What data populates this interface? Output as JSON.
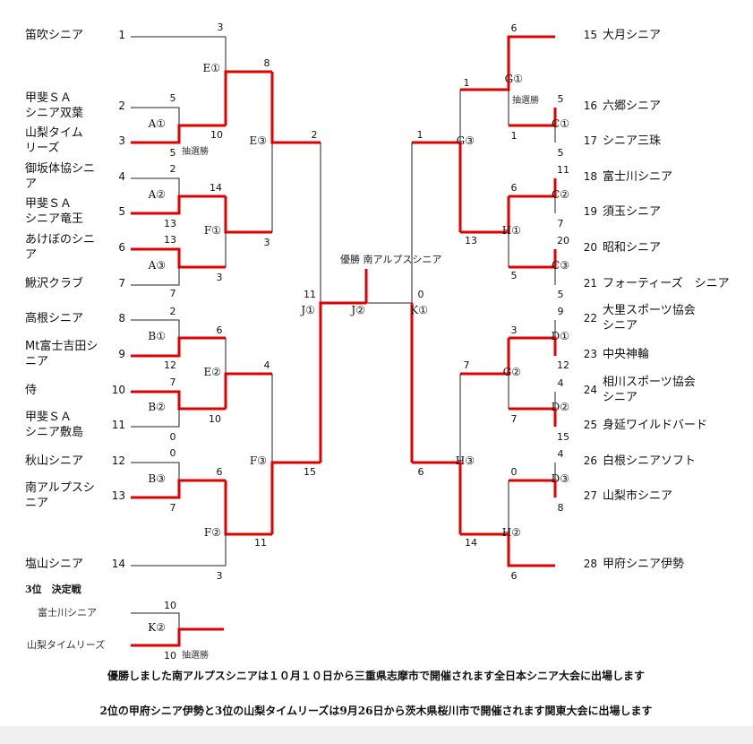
{
  "left_teams": [
    {
      "seed": "1",
      "name": "笛吹シニア",
      "lines": [
        "笛吹シニア"
      ]
    },
    {
      "seed": "2",
      "name": "甲斐SAシニア双葉",
      "lines": [
        "甲斐ＳＡ",
        "シニア双葉"
      ]
    },
    {
      "seed": "3",
      "name": "山梨タイムリーズ",
      "lines": [
        "山梨タイム",
        "リーズ"
      ]
    },
    {
      "seed": "4",
      "name": "御坂体協シニア",
      "lines": [
        "御坂体協シニ",
        "ア"
      ]
    },
    {
      "seed": "5",
      "name": "甲斐SAシニア竜王",
      "lines": [
        "甲斐ＳＡ",
        "シニア竜王"
      ]
    },
    {
      "seed": "6",
      "name": "あけぼのシニア",
      "lines": [
        "あけぼのシニ",
        "ア"
      ]
    },
    {
      "seed": "7",
      "name": "鰍沢クラブ",
      "lines": [
        "鰍沢クラブ"
      ]
    },
    {
      "seed": "8",
      "name": "高根シニア",
      "lines": [
        "高根シニア"
      ]
    },
    {
      "seed": "9",
      "name": "Mt富士吉田シニア",
      "lines": [
        "Mt富士吉田シ",
        "ニア"
      ]
    },
    {
      "seed": "10",
      "name": "侍",
      "lines": [
        "侍"
      ]
    },
    {
      "seed": "11",
      "name": "甲斐SAシニア敷島",
      "lines": [
        "甲斐ＳＡ",
        "シニア敷島"
      ]
    },
    {
      "seed": "12",
      "name": "秋山シニア",
      "lines": [
        "秋山シニア"
      ]
    },
    {
      "seed": "13",
      "name": "南アルプスシニア",
      "lines": [
        "南アルプスシ",
        "ニア"
      ]
    },
    {
      "seed": "14",
      "name": "塩山シニア",
      "lines": [
        "塩山シニア"
      ]
    }
  ],
  "right_teams": [
    {
      "seed": "15",
      "name": "大月シニア",
      "lines": [
        "大月シニア"
      ]
    },
    {
      "seed": "16",
      "name": "六郷シニア",
      "lines": [
        "六郷シニア"
      ]
    },
    {
      "seed": "17",
      "name": "シニア三珠",
      "lines": [
        "シニア三珠"
      ]
    },
    {
      "seed": "18",
      "name": "富士川シニア",
      "lines": [
        "富士川シニア"
      ]
    },
    {
      "seed": "19",
      "name": "須玉シニア",
      "lines": [
        "須玉シニア"
      ]
    },
    {
      "seed": "20",
      "name": "昭和シニア",
      "lines": [
        "昭和シニア"
      ]
    },
    {
      "seed": "21",
      "name": "フォーティーズ シニア",
      "lines": [
        "フォーティーズ　シニア"
      ]
    },
    {
      "seed": "22",
      "name": "大里スポーツ協会シニア",
      "lines": [
        "大里スポーツ協会",
        "シニア"
      ]
    },
    {
      "seed": "23",
      "name": "中央神輪",
      "lines": [
        "中央神輪"
      ]
    },
    {
      "seed": "24",
      "name": "相川スポーツ協会シニア",
      "lines": [
        "相川スポーツ協会",
        "シニア"
      ]
    },
    {
      "seed": "25",
      "name": "身延ワイルドバード",
      "lines": [
        "身延ワイルドバード"
      ]
    },
    {
      "seed": "26",
      "name": "白根シニアソフト",
      "lines": [
        "白根シニアソフト"
      ]
    },
    {
      "seed": "27",
      "name": "山梨市シニア",
      "lines": [
        "山梨市シニア"
      ]
    },
    {
      "seed": "28",
      "name": "甲府シニア伊勢",
      "lines": [
        "甲府シニア伊勢"
      ]
    }
  ],
  "match_labels": {
    "A1": "A①",
    "A2": "A②",
    "A3": "A③",
    "B1": "B①",
    "B2": "B②",
    "B3": "B③",
    "C1": "C①",
    "C2": "C②",
    "C3": "C③",
    "D1": "D①",
    "D2": "D②",
    "D3": "D③",
    "E1": "E①",
    "E2": "E②",
    "E3": "E③",
    "F1": "F①",
    "F2": "F②",
    "F3": "F③",
    "G1": "G①",
    "G2": "G②",
    "G3": "G③",
    "H1": "H①",
    "H2": "H②",
    "H3": "H③",
    "J1": "J①",
    "J2": "J②",
    "K1": "K①",
    "K2": "K②"
  },
  "scores": {
    "E1_top": "3",
    "A1_top": "5",
    "A1_bot": "5",
    "E1_bot": "10",
    "E3_top": "8",
    "A2_top": "2",
    "A2_bot": "13",
    "F1_top": "14",
    "A3_top": "13",
    "A3_bot": "3",
    "F1_bot": "3",
    "A3_seed7": "7",
    "E3_bot": "3",
    "J1_top": "2",
    "B1_top": "2",
    "B1_bot": "12",
    "E2_top": "6",
    "B2_top": "7",
    "B2_bot": "0",
    "E2_bot": "10",
    "F3_top": "4",
    "B3_top": "0",
    "B3_bot": "7",
    "F2_top": "6",
    "F2_bot": "11",
    "F2_14": "3",
    "F3_bot": "15",
    "J1_left": "11",
    "G1_top": "6",
    "G1_bot": "1",
    "C1_top": "5",
    "C1_bot": "5",
    "G3_top": "1",
    "C2_top": "11",
    "C2_bot": "7",
    "H1_top": "6",
    "C3_top": "20",
    "C3_bot": "5",
    "H1_bot": "5",
    "G3_bot": "13",
    "J2_right": "1",
    "K1_top": "0",
    "D1_top": "9",
    "D1_bot": "12",
    "G2_top": "3",
    "D2_top": "4",
    "D2_bot": "15",
    "G2_bot": "7",
    "H3_top": "7",
    "D3_top": "4",
    "D3_bot": "8",
    "H2_top": "0",
    "H2_bot": "6",
    "H3_bot": "14",
    "K1_bot": "6",
    "K2_top": "10",
    "K2_bot": "10"
  },
  "notes": {
    "lottery_a1": "抽選勝",
    "lottery_g1": "抽選勝",
    "lottery_k2": "抽選勝"
  },
  "champion": "優勝 南アルプスシニア",
  "third_place": {
    "title": "3位　決定戦",
    "team_top": "富士川シニア",
    "team_bottom": "山梨タイムリーズ"
  },
  "footer": {
    "line1": "優勝しました南アルプスシニアは１０月１０日から三重県志摩市で開催されます全日本シニア大会に出場します",
    "line2": "2位の甲府シニア伊勢と3位の山梨タイムリーズは9月26日から茨木県桜川市で開催されます関東大会に出場します"
  },
  "colors": {
    "win": "#e00000",
    "line": "#222222"
  }
}
